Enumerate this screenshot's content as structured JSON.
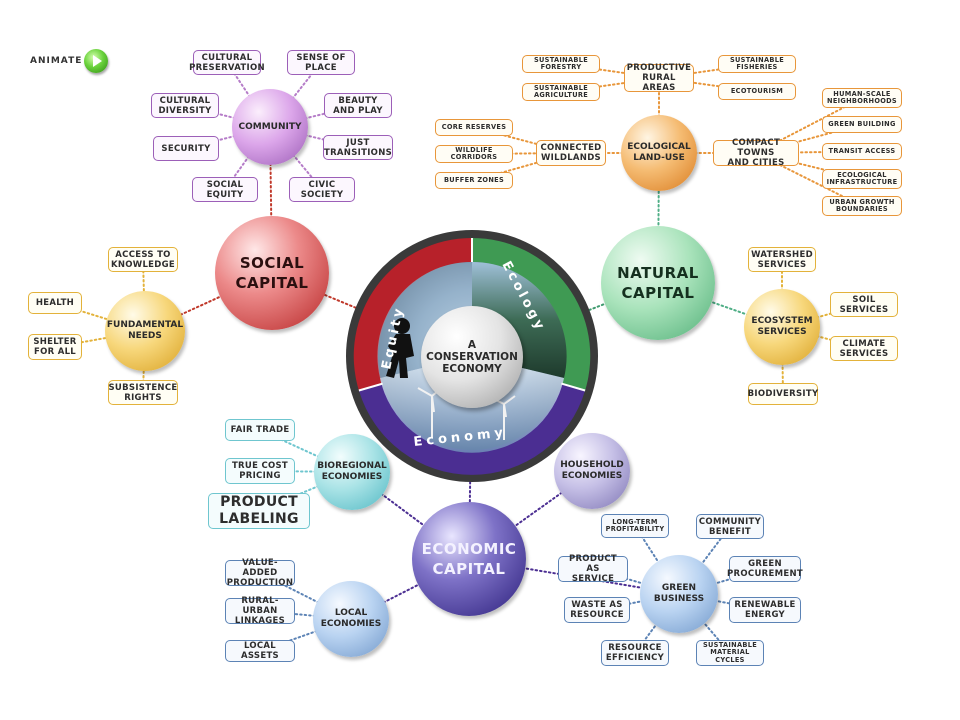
{
  "controls": {
    "animate_label": "Animate"
  },
  "center": {
    "title": "A\nConservation\nEconomy",
    "ring": {
      "top_left": "Equity",
      "top_right": "Ecology",
      "bottom": "Economy"
    },
    "colors": {
      "equity": "#b7212a",
      "ecology": "#3f9a53",
      "economy": "#4b2e92"
    }
  },
  "capitals": {
    "social": "Social\nCapital",
    "natural": "Natural\nCapital",
    "economic": "Economic\nCapital"
  },
  "hubs": {
    "community": "Community",
    "ecological_land_use": "Ecological\nLand-Use",
    "fundamental_needs": "Fundamental\nNeeds",
    "ecosystem_services": "Ecosystem\nServices",
    "bioregional_economies": "Bioregional\nEconomies",
    "household_economies": "Household\nEconomies",
    "local_economies": "Local\nEconomies",
    "green_business": "Green\nBusiness"
  },
  "labels": {
    "cultural_preservation": "Cultural\nPreservation",
    "sense_of_place": "Sense of\nPlace",
    "cultural_diversity": "Cultural\nDiversity",
    "beauty_and_play": "Beauty\nand Play",
    "security": "Security",
    "just_transitions": "Just\nTransitions",
    "social_equity": "Social\nEquity",
    "civic_society": "Civic\nSociety",
    "sustainable_forestry": "Sustainable\nForestry",
    "sustainable_agriculture": "Sustainable\nAgriculture",
    "productive_rural_areas": "Productive\nRural Areas",
    "sustainable_fisheries": "Sustainable\nFisheries",
    "ecotourism": "Ecotourism",
    "core_reserves": "Core Reserves",
    "wildlife_corridors": "Wildlife\nCorridors",
    "buffer_zones": "Buffer Zones",
    "connected_wildlands": "Connected\nWildlands",
    "compact_towns": "Compact Towns\nand Cities",
    "human_scale": "Human-Scale\nNeighborhoods",
    "green_building": "Green Building",
    "transit_access": "Transit Access",
    "ecological_infrastructure": "Ecological\nInfrastructure",
    "urban_growth": "Urban Growth\nBoundaries",
    "access_to_knowledge": "Access to\nKnowledge",
    "health": "Health",
    "shelter_for_all": "Shelter\nfor All",
    "subsistence_rights": "Subsistence\nRights",
    "watershed_services": "Watershed\nServices",
    "soil_services": "Soil\nServices",
    "climate_services": "Climate\nServices",
    "biodiversity": "Biodiversity",
    "fair_trade": "Fair Trade",
    "true_cost_pricing": "True Cost\nPricing",
    "product_labeling": "Product\nLabeling",
    "value_added": "Value-Added\nProduction",
    "rural_urban": "Rural-Urban\nLinkages",
    "local_assets": "Local Assets",
    "long_term": "Long-Term\nProfitability",
    "community_benefit": "Community\nBenefit",
    "product_as_service": "Product as\nService",
    "green_procurement": "Green\nProcurement",
    "waste_as_resource": "Waste as\nResource",
    "renewable_energy": "Renewable\nEnergy",
    "resource_efficiency": "Resource\nEfficiency",
    "sustainable_material": "Sustainable\nMaterial Cycles"
  }
}
